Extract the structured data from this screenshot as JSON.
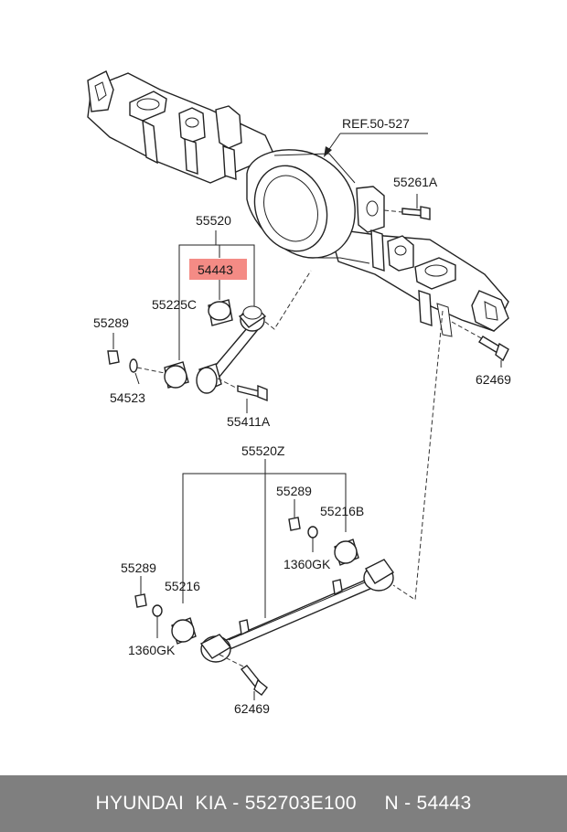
{
  "labels": {
    "ref": "REF.50-527",
    "p55261a": "55261A",
    "p55520": "55520",
    "p54443": "54443",
    "p55225c": "55225C",
    "p55289_a": "55289",
    "p54523": "54523",
    "p55411a": "55411A",
    "p62469_a": "62469",
    "p55520z": "55520Z",
    "p55289_b": "55289",
    "p55216b": "55216B",
    "p1360gk_a": "1360GK",
    "p55289_c": "55289",
    "p55216": "55216",
    "p1360gk_b": "1360GK",
    "p62469_b": "62469"
  },
  "highlight_color": "#f48b85",
  "footer": {
    "brand": "HYUNDAI  KIA",
    "separator": " - ",
    "part_number": "552703E100",
    "gap": "     ",
    "n_label": "N - 54443"
  }
}
